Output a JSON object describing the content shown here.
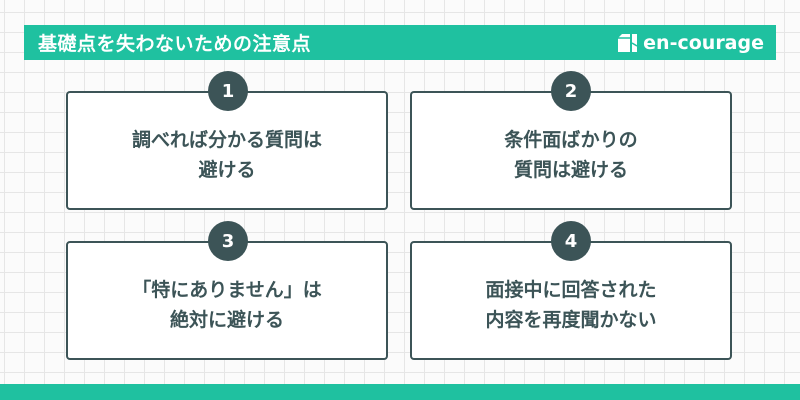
{
  "header": {
    "title": "基礎点を失わないための注意点",
    "brand": "en-courage",
    "brand_icon": "book-icon",
    "color": "#1fc1a0"
  },
  "cards": [
    {
      "number": "1",
      "text": "調べれば分かる質問は\n避ける"
    },
    {
      "number": "2",
      "text": "条件面ばかりの\n質問は避ける"
    },
    {
      "number": "3",
      "text": "「特にありません」は\n絶対に避ける"
    },
    {
      "number": "4",
      "text": "面接中に回答された\n内容を再度聞かない"
    }
  ],
  "colors": {
    "accent": "#1fc1a0",
    "card_border": "#3c5457",
    "text": "#3c5457"
  }
}
